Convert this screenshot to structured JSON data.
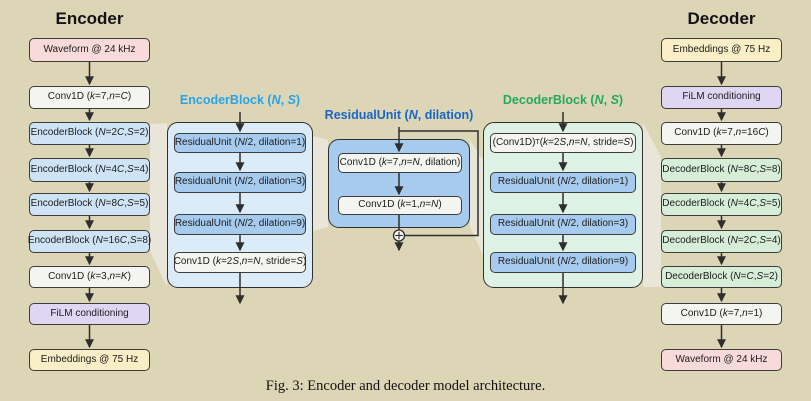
{
  "figure": {
    "caption": "Fig. 3: Encoder and decoder model architecture."
  },
  "encoder": {
    "title": "Encoder",
    "boxes": [
      "Waveform @ 24 kHz",
      "Conv1D (*k*=7, *n*=*C*)",
      "EncoderBlock (*N*=2*C*, *S*=2)",
      "EncoderBlock (*N*=4*C*, *S*=4)",
      "EncoderBlock (*N*=8*C*, *S*=5)",
      "EncoderBlock (*N*=16*C*, *S*=8)",
      "Conv1D (*k*=3, *n*=*K*)",
      "FiLM conditioning",
      "Embeddings @ 75 Hz"
    ]
  },
  "encoder_block": {
    "title": "EncoderBlock (*N*, *S*)",
    "boxes": [
      "ResidualUnit (*N*/2, dilation=1)",
      "ResidualUnit (*N*/2, dilation=3)",
      "ResidualUnit (*N*/2, dilation=9)",
      "Conv1D (*k*=2*S*, *n*=*N*, stride=*S*)"
    ]
  },
  "residual_unit": {
    "title": "ResidualUnit (*N*, dilation)",
    "boxes": [
      "Conv1D (*k*=7, *n*=*N*, dilation)",
      "Conv1D (*k*=1, *n*=*N*)"
    ],
    "sum_symbol": "⊕"
  },
  "decoder_block": {
    "title": "DecoderBlock (*N*, *S*)",
    "boxes": [
      "(Conv1D)^{T} (*k*=2*S*, *n*=*N*, stride=*S*)",
      "ResidualUnit (*N*/2, dilation=1)",
      "ResidualUnit (*N*/2, dilation=3)",
      "ResidualUnit (*N*/2, dilation=9)"
    ]
  },
  "decoder": {
    "title": "Decoder",
    "boxes": [
      "Embeddings @ 75 Hz",
      "FiLM conditioning",
      "Conv1D (*k*=7, *n*=16*C*)",
      "DecoderBlock (*N*=8*C*, *S*=8)",
      "DecoderBlock (*N*=4*C*, *S*=5)",
      "DecoderBlock (*N*=2*C*, *S*=4)",
      "DecoderBlock (*N*=*C*, *S*=2)",
      "Conv1D (*k*=7, *n*=1)",
      "Waveform @ 24 kHz"
    ]
  },
  "colors": {
    "background": "#ddd6b6",
    "encoder_block_title": "#29a3e8",
    "residual_unit_title": "#1a66c4",
    "decoder_block_title": "#27a85c",
    "waveform_box": "#f8dadb",
    "conv_box": "#f4f4f1",
    "encoder_block_box": "#cfe3f6",
    "residual_unit_box": "#a6cbee",
    "decoder_block_box": "#d6edd7",
    "film_box": "#ded6f2",
    "embeddings_box": "#f9eec5",
    "arrow": "#2e2e2e"
  }
}
